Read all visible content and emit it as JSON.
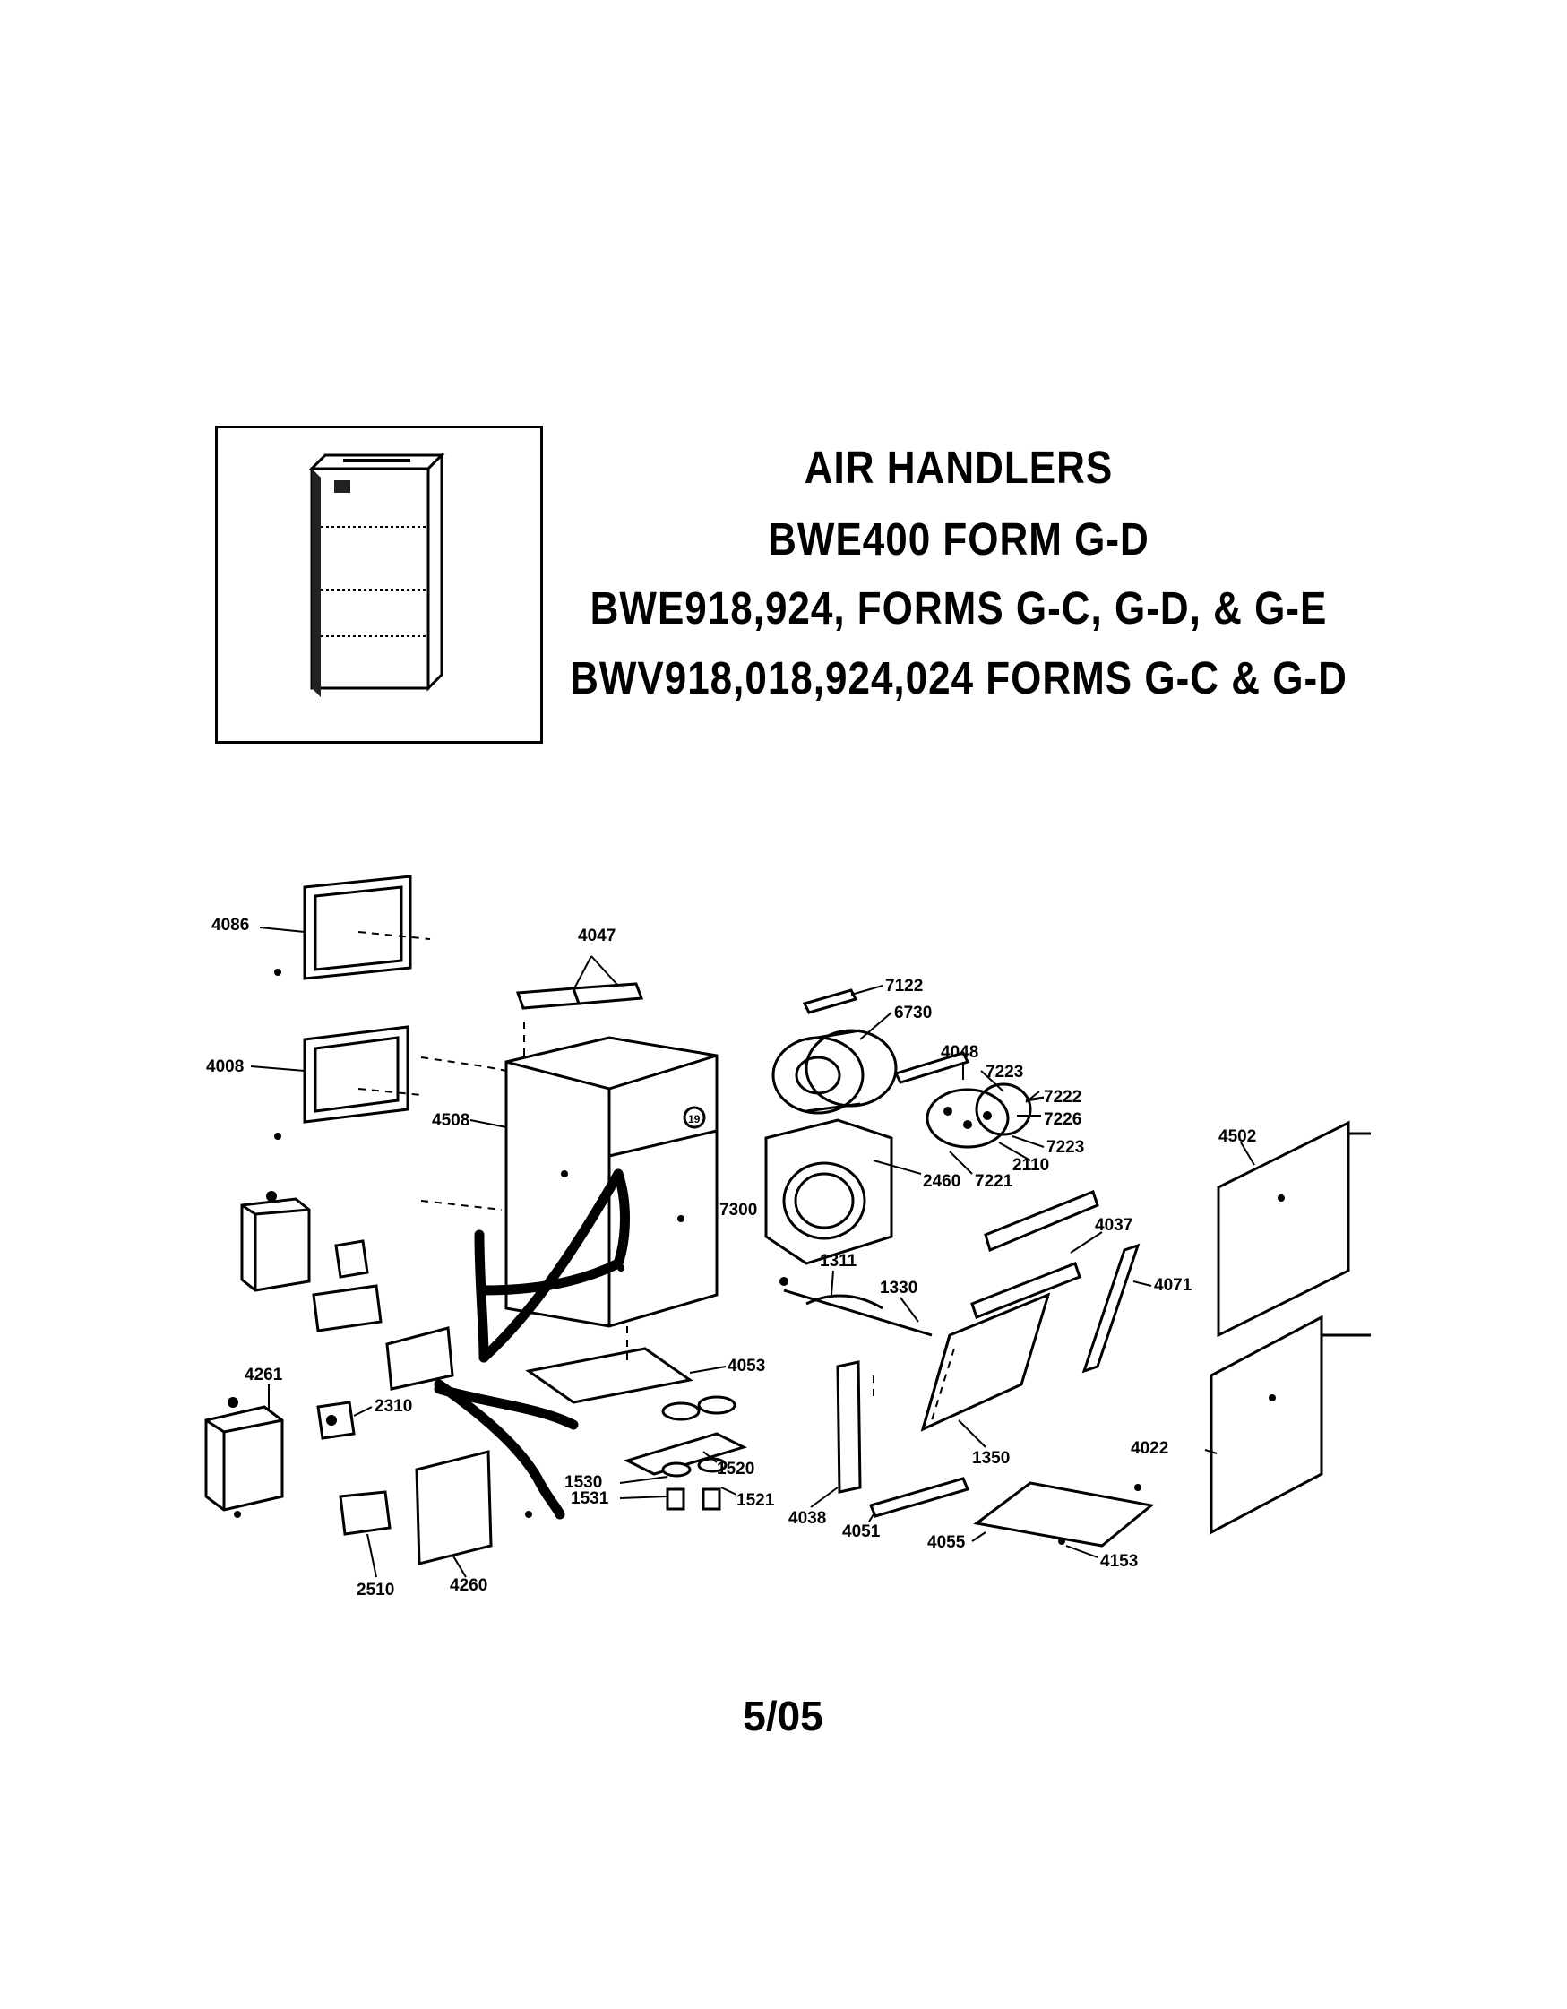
{
  "header": {
    "title_line_1": "AIR HANDLERS",
    "title_line_2": "BWE400 FORM G-D",
    "title_line_3": "BWE918,924, FORMS G-C, G-D, & G-E",
    "title_line_4": "BWV918,018,924,024 FORMS G-C & G-D"
  },
  "diagram": {
    "part_labels": {
      "p4086": "4086",
      "p4047": "4047",
      "p7122": "7122",
      "p6730": "6730",
      "p4008": "4008",
      "p4048": "4048",
      "p7223a": "7223",
      "p7222": "7222",
      "p7226": "7226",
      "p7223b": "7223",
      "p4508": "4508",
      "p4502": "4502",
      "p2110": "2110",
      "p2460": "2460",
      "p7221": "7221",
      "p7300": "7300",
      "p4037": "4037",
      "p1311": "1311",
      "p1330": "1330",
      "p4071": "4071",
      "p4053": "4053",
      "p4261": "4261",
      "p2310": "2310",
      "p1520": "1520",
      "p1530": "1530",
      "p1531": "1531",
      "p1521": "1521",
      "p1350": "1350",
      "p4022": "4022",
      "p4038": "4038",
      "p4051": "4051",
      "p4055": "4055",
      "p4153": "4153",
      "p2510": "2510",
      "p4260": "4260",
      "p19": "19"
    }
  },
  "footer": {
    "page_date": "5/05"
  }
}
